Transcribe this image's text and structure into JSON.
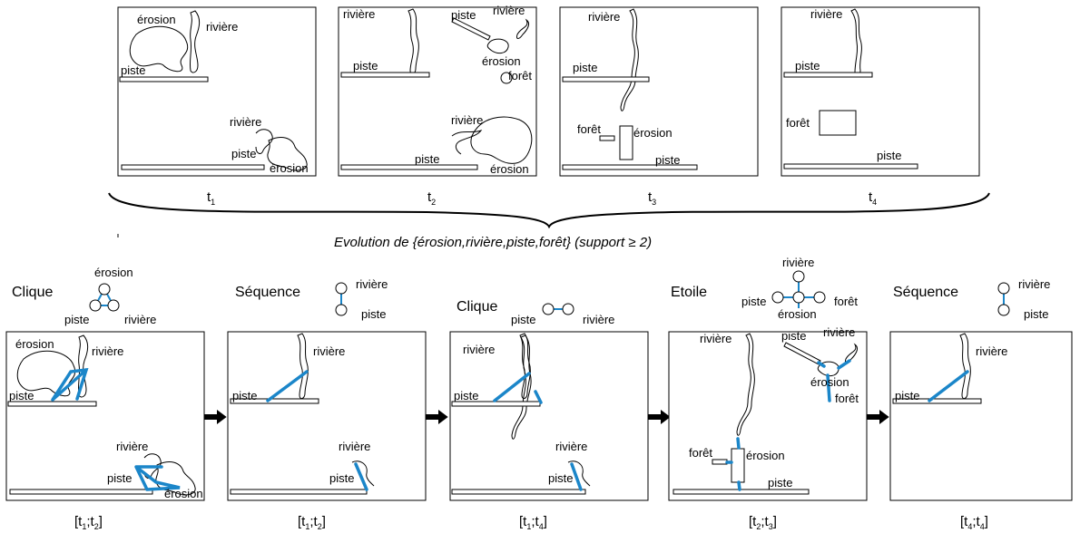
{
  "evolution_title": "Evolution de {érosion,rivière,piste,forêt}  (support ≥ 2)",
  "labels": {
    "erosion": "érosion",
    "riviere": "rivière",
    "piste": "piste",
    "foret": "forêt"
  },
  "top_times": [
    {
      "base": "t",
      "sub": "1"
    },
    {
      "base": "t",
      "sub": "2"
    },
    {
      "base": "t",
      "sub": "3"
    },
    {
      "base": "t",
      "sub": "4"
    }
  ],
  "patterns": [
    {
      "type": "Clique",
      "interval": {
        "a": "1",
        "b": "2"
      }
    },
    {
      "type": "Séquence",
      "interval": {
        "a": "1",
        "b": "2"
      }
    },
    {
      "type": "Clique",
      "interval": {
        "a": "1",
        "b": "4"
      }
    },
    {
      "type": "Etoile",
      "interval": {
        "a": "2",
        "b": "3"
      }
    },
    {
      "type": "Séquence",
      "interval": {
        "a": "4",
        "b": "4"
      }
    }
  ],
  "colors": {
    "relation": "#1b86c9",
    "stroke": "#000000"
  }
}
